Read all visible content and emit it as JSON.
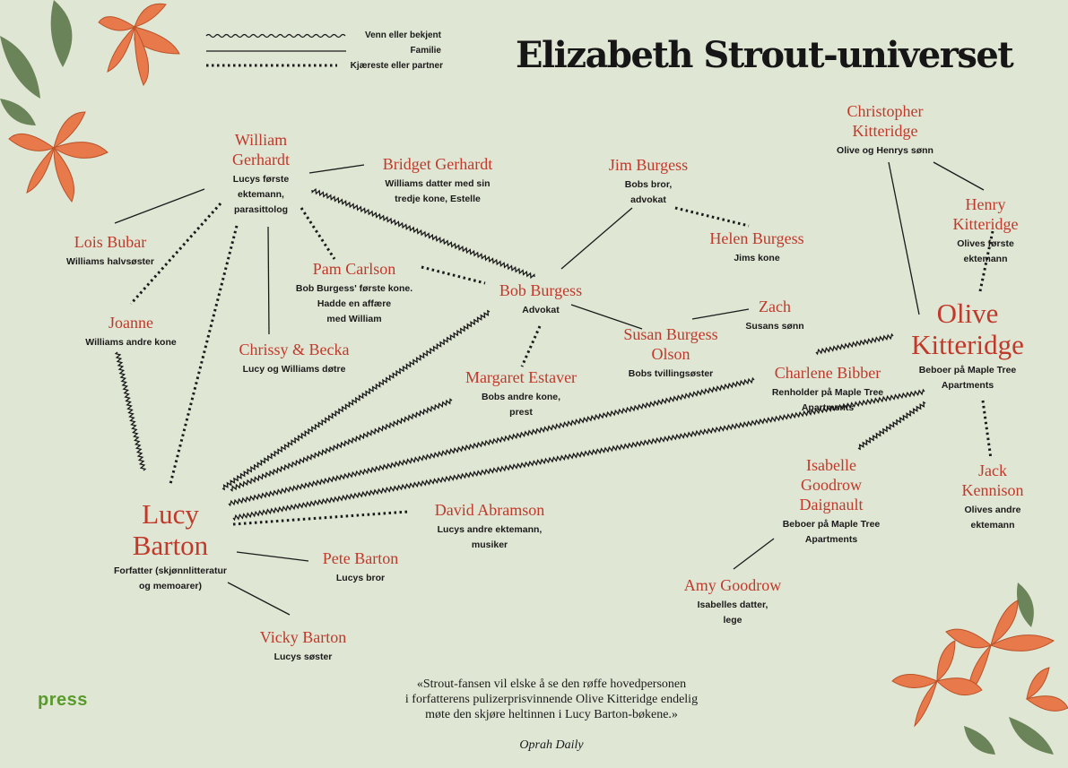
{
  "title": "Elizabeth Strout-universet",
  "legend": {
    "friend": "Venn eller bekjent",
    "family": "Familie",
    "partner": "Kjæreste eller partner"
  },
  "colors": {
    "background": "#dfe6d4",
    "name": "#c0392b",
    "line": "#1a1a1a",
    "logo": "#5a9a2c",
    "flower": "#e8794a"
  },
  "nodes": {
    "william": {
      "name": "William\nGerhardt",
      "desc": "Lucys første\nektemann,\nparasittolog"
    },
    "bridget": {
      "name": "Bridget Gerhardt",
      "desc": "Williams datter med sin\ntredje kone, Estelle"
    },
    "lois": {
      "name": "Lois Bubar",
      "desc": "Williams halvsøster"
    },
    "joanne": {
      "name": "Joanne",
      "desc": "Williams andre kone"
    },
    "pam": {
      "name": "Pam Carlson",
      "desc": "Bob Burgess' første kone.\nHadde en affære\nmed William"
    },
    "chrissy": {
      "name": "Chrissy & Becka",
      "desc": "Lucy og Williams døtre"
    },
    "jim": {
      "name": "Jim Burgess",
      "desc": "Bobs bror,\nadvokat"
    },
    "helen": {
      "name": "Helen Burgess",
      "desc": "Jims kone"
    },
    "bob": {
      "name": "Bob Burgess",
      "desc": "Advokat"
    },
    "zach": {
      "name": "Zach",
      "desc": "Susans sønn"
    },
    "susan": {
      "name": "Susan Burgess\nOlson",
      "desc": "Bobs tvillingsøster"
    },
    "margaret": {
      "name": "Margaret Estaver",
      "desc": "Bobs andre kone,\nprest"
    },
    "charlene": {
      "name": "Charlene Bibber",
      "desc": "Renholder på Maple Tree\nApartments"
    },
    "christopher": {
      "name": "Christopher\nKitteridge",
      "desc": "Olive og Henrys sønn"
    },
    "henry": {
      "name": "Henry Kitteridge",
      "desc": "Olives første ektemann"
    },
    "olive": {
      "name": "Olive\nKitteridge",
      "desc": "Beboer på Maple Tree\nApartments"
    },
    "isabelle": {
      "name": "Isabelle\nGoodrow\nDaignault",
      "desc": "Beboer på Maple Tree\nApartments"
    },
    "jack": {
      "name": "Jack Kennison",
      "desc": "Olives andre ektemann"
    },
    "amy": {
      "name": "Amy Goodrow",
      "desc": "Isabelles datter,\nlege"
    },
    "lucy": {
      "name": "Lucy\nBarton",
      "desc": "Forfatter (skjønnlitteratur\nog memoarer)"
    },
    "david": {
      "name": "David Abramson",
      "desc": "Lucys andre ektemann,\nmusiker"
    },
    "pete": {
      "name": "Pete Barton",
      "desc": "Lucys bror"
    },
    "vicky": {
      "name": "Vicky Barton",
      "desc": "Lucys søster"
    }
  },
  "quote": {
    "text": "«Strout-fansen vil elske å se den røffe hovedpersonen\ni forfatterens pulizerprisvinnende Olive Kitteridge endelig\nmøte den skjøre heltinnen i Lucy Barton-bøkene.»",
    "source": "Oprah Daily"
  },
  "logo": "press",
  "links": [
    {
      "from": "william",
      "to": "bridget",
      "type": "family"
    },
    {
      "from": "william",
      "to": "lois",
      "type": "family"
    },
    {
      "from": "william",
      "to": "joanne",
      "type": "partner"
    },
    {
      "from": "william",
      "to": "chrissy",
      "type": "family"
    },
    {
      "from": "william",
      "to": "pam",
      "type": "partner"
    },
    {
      "from": "william",
      "to": "bob",
      "type": "friend"
    },
    {
      "from": "william",
      "to": "lucy",
      "type": "partner"
    },
    {
      "from": "joanne",
      "to": "lucy",
      "type": "friend"
    },
    {
      "from": "pam",
      "to": "bob",
      "type": "partner"
    },
    {
      "from": "jim",
      "to": "bob",
      "type": "family"
    },
    {
      "from": "jim",
      "to": "helen",
      "type": "partner"
    },
    {
      "from": "bob",
      "to": "susan",
      "type": "family"
    },
    {
      "from": "bob",
      "to": "margaret",
      "type": "partner"
    },
    {
      "from": "bob",
      "to": "lucy",
      "type": "friend"
    },
    {
      "from": "susan",
      "to": "zach",
      "type": "family"
    },
    {
      "from": "margaret",
      "to": "lucy",
      "type": "friend"
    },
    {
      "from": "charlene",
      "to": "lucy",
      "type": "friend"
    },
    {
      "from": "olive",
      "to": "charlene",
      "type": "friend"
    },
    {
      "from": "olive",
      "to": "lucy",
      "type": "friend"
    },
    {
      "from": "olive",
      "to": "christopher",
      "type": "family"
    },
    {
      "from": "olive",
      "to": "henry",
      "type": "partner"
    },
    {
      "from": "christopher",
      "to": "henry",
      "type": "family"
    },
    {
      "from": "olive",
      "to": "jack",
      "type": "partner"
    },
    {
      "from": "olive",
      "to": "isabelle",
      "type": "friend"
    },
    {
      "from": "isabelle",
      "to": "amy",
      "type": "family"
    },
    {
      "from": "lucy",
      "to": "david",
      "type": "partner"
    },
    {
      "from": "lucy",
      "to": "pete",
      "type": "family"
    },
    {
      "from": "lucy",
      "to": "vicky",
      "type": "family"
    }
  ]
}
